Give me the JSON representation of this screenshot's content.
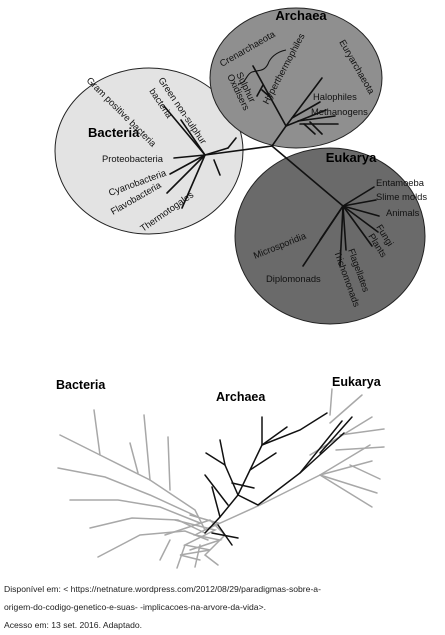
{
  "tree1": {
    "domains": {
      "bacteria": "Bacteria",
      "archaea": "Archaea",
      "eukarya": "Eukarya"
    },
    "bacteria_leaves": [
      "Green non-sulphur",
      "bacteria",
      "Gram positive bacteria",
      "Proteobacteria",
      "Cyanobacteria",
      "Flavobacteria",
      "Thermotogales"
    ],
    "archaea_leaves": {
      "crenarchaeota": "Crenarchaeota",
      "sulphur": "Sulphur",
      "oxidisers": "Oxidisers",
      "hyperthermophiles": "Hyperthermophiles",
      "euryarchaeota": "Euryarchaeota",
      "halophiles": "Halophiles",
      "methanogens": "Methanogens"
    },
    "eukarya_leaves": {
      "entamoeba": "Entamoeba",
      "slime_molds": "Slime molds",
      "animals": "Animals",
      "fungi": "Fungi",
      "plants": "Plants",
      "flagellates": "Flagellates",
      "trichomonads": "Trichomonads",
      "microsporidia": "Microsporidia",
      "diplomonads": "Diplomonads"
    }
  },
  "tree2": {
    "bacteria": "Bacteria",
    "archaea": "Archaea",
    "eukarya": "Eukarya"
  },
  "caption": {
    "line1": "Disponível  em:  <  https://netnature.wordpress.com/2012/08/29/paradigmas-sobre-a-",
    "line2": "origem-do-codigo-genetico-e-suas-   -implicacoes-na-arvore-da-vida>.",
    "line3": "Acesso em: 13 set. 2016. Adaptado."
  },
  "colors": {
    "bacteria_fill": "#e3e3e3",
    "archaea_fill": "#8f8f8f",
    "eukarya_fill": "#6a6a6a",
    "tree_lines": "#111111",
    "gray_lines": "#a8a8a8"
  }
}
